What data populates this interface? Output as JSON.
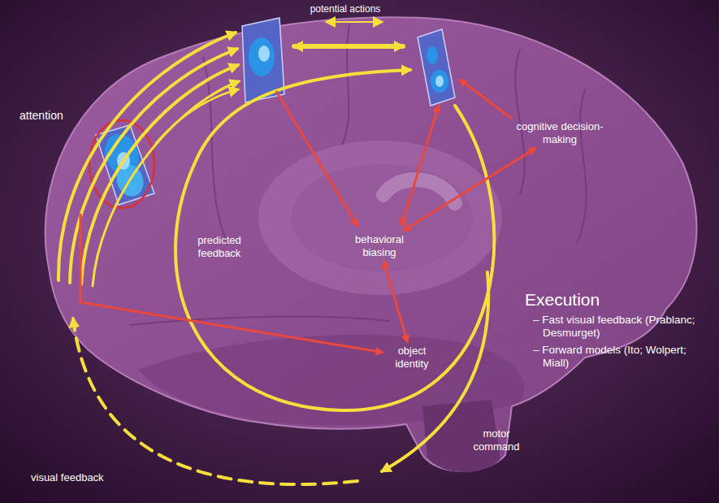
{
  "diagram": {
    "nodes": [
      {
        "text": [
          "attention"
        ]
      },
      {
        "text": [
          "cognitive decision-making"
        ]
      },
      {
        "text": [
          "behavioral biasing"
        ]
      },
      {
        "text": [
          "object identity"
        ]
      }
    ],
    "edges": [
      {
        "from": 2,
        "to": 3,
        "arrow": "both"
      },
      {
        "from": 1,
        "to": 2,
        "arrow": "both"
      },
      {
        "from": 0,
        "to": 3,
        "arrow": "to"
      }
    ],
    "labels": [
      "potential actions",
      "predicted feedback",
      "Execution",
      "– Fast visual feedback (Prablanc; Desmurget)",
      "– Forward models (Ito; Wolpert; Miall)",
      "visual feedback",
      "motor command"
    ]
  }
}
